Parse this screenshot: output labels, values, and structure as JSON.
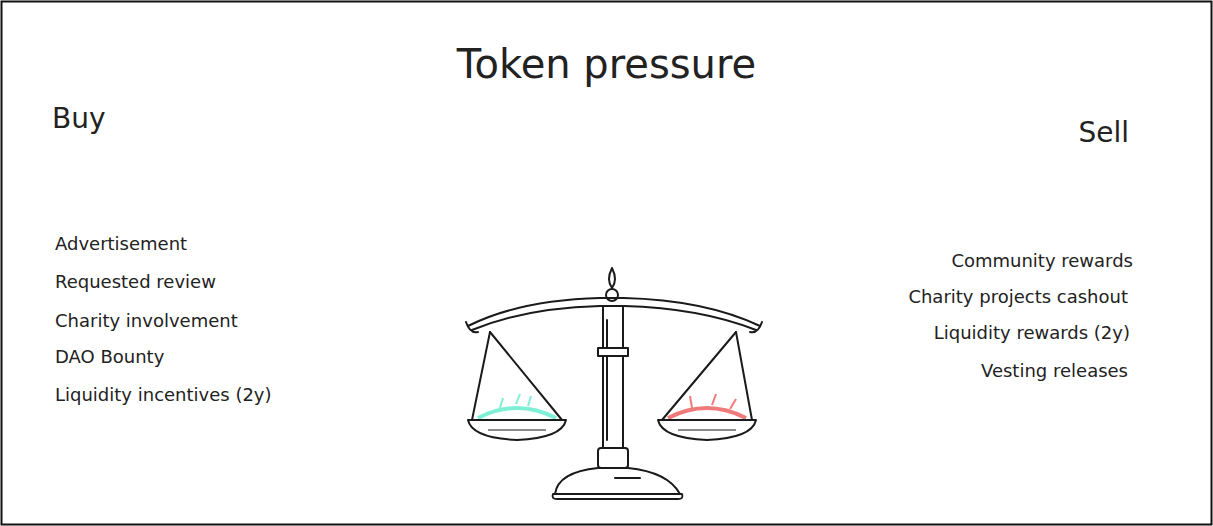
{
  "diagram": {
    "title": "Token pressure",
    "labels": [
      "Buy",
      "Sell",
      "Advertisement",
      "Requested review",
      "Charity involvement",
      "DAO Bounty",
      "Liquidity incentives (2y)",
      "Community rewards",
      "Charity projects cashout",
      "Liquidity rewards (2y)",
      "Vesting releases"
    ]
  }
}
